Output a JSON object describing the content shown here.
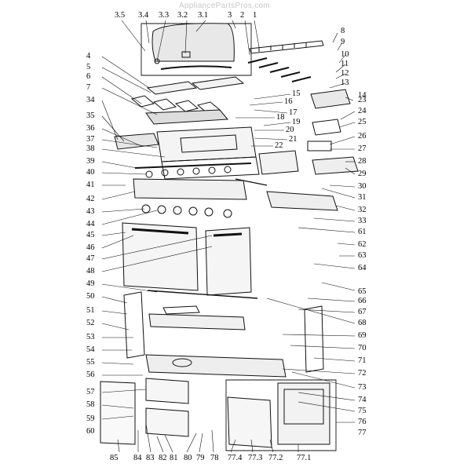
{
  "watermark": "AppliancePartsPros.com",
  "callouts_top": [
    "3.5",
    "3.4",
    "3.3",
    "3.2",
    "3.1",
    "3",
    "2",
    "1"
  ],
  "callouts_left": [
    "4",
    "5",
    "6",
    "7",
    "34",
    "35",
    "36",
    "37",
    "38",
    "39",
    "40",
    "41",
    "42",
    "43",
    "44",
    "45",
    "46",
    "47",
    "48",
    "49",
    "50",
    "51",
    "52",
    "53",
    "54",
    "55",
    "56",
    "57",
    "58",
    "59",
    "60"
  ],
  "callouts_right": [
    "8",
    "9",
    "10",
    "11",
    "12",
    "13",
    "14",
    "23",
    "24",
    "25",
    "26",
    "27",
    "28",
    "29",
    "30",
    "31",
    "32",
    "33",
    "61",
    "62",
    "63",
    "64",
    "65",
    "66",
    "67",
    "68",
    "69",
    "70",
    "71",
    "72",
    "73",
    "74",
    "75",
    "76",
    "77"
  ],
  "callouts_inner": [
    "15",
    "16",
    "17",
    "18",
    "19",
    "20",
    "21",
    "22"
  ],
  "callouts_bottom": [
    "85",
    "84",
    "83",
    "82",
    "81",
    "80",
    "79",
    "78",
    "77.4",
    "77.3",
    "77.2",
    "77.1"
  ]
}
